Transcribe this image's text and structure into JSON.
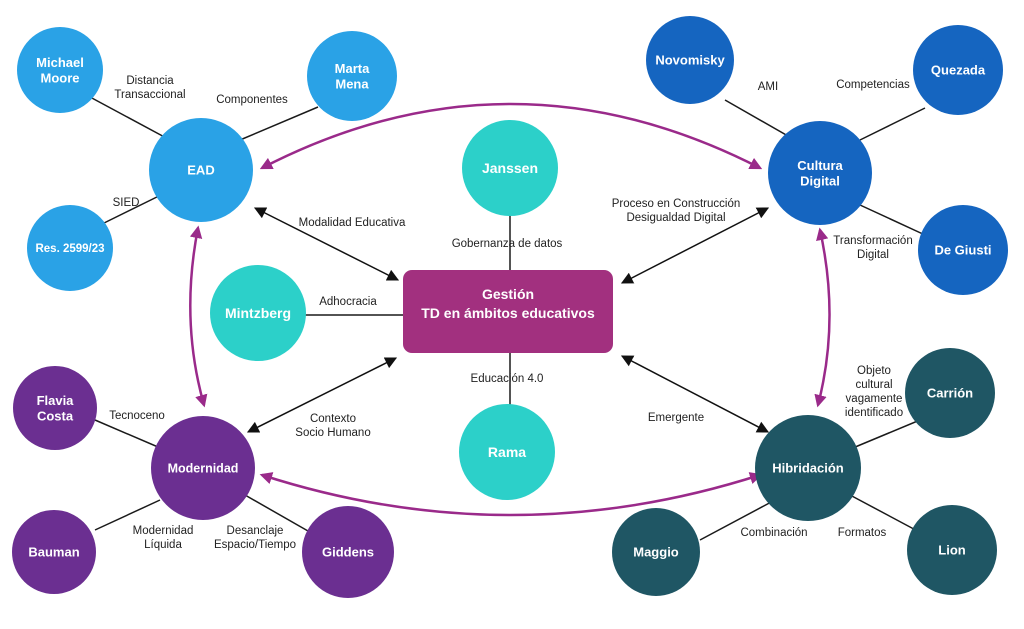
{
  "colors": {
    "light_blue": "#2aa2e6",
    "dark_blue": "#1565c0",
    "purple": "#6b2f91",
    "teal_dark": "#1f5664",
    "cyan": "#2cd0c9",
    "magenta": "#a2307f",
    "arrow_magenta": "#9a2a8a",
    "line": "#1a1a1a"
  },
  "center": {
    "line1": "Gestión",
    "line2": "TD en ámbitos educativos"
  },
  "nodes": {
    "michael_moore": [
      "Michael",
      "Moore"
    ],
    "marta_mena": [
      "Marta",
      "Mena"
    ],
    "ead": [
      "EAD"
    ],
    "res": [
      "Res. 2599/23"
    ],
    "novomisky": [
      "Novomisky"
    ],
    "quezada": [
      "Quezada"
    ],
    "cultura_digital": [
      "Cultura",
      "Digital"
    ],
    "de_giusti": [
      "De Giusti"
    ],
    "janssen": [
      "Janssen"
    ],
    "mintzberg": [
      "Mintzberg"
    ],
    "rama": [
      "Rama"
    ],
    "flavia_costa": [
      "Flavia",
      "Costa"
    ],
    "modernidad": [
      "Modernidad"
    ],
    "bauman": [
      "Bauman"
    ],
    "giddens": [
      "Giddens"
    ],
    "carrion": [
      "Carrión"
    ],
    "hibridacion": [
      "Hibridación"
    ],
    "maggio": [
      "Maggio"
    ],
    "lion": [
      "Lion"
    ]
  },
  "labels": {
    "distancia": [
      "Distancia",
      "Transaccional"
    ],
    "componentes": [
      "Componentes"
    ],
    "sied": [
      "SIED"
    ],
    "modalidad": [
      "Modalidad Educativa"
    ],
    "ami": [
      "AMI"
    ],
    "competencias": [
      "Competencias"
    ],
    "proceso": [
      "Proceso en Construcción",
      "Desigualdad Digital"
    ],
    "transformacion": [
      "Transformación",
      "Digital"
    ],
    "gobernanza": [
      "Gobernanza de datos"
    ],
    "adhocracia": [
      "Adhocracia"
    ],
    "educacion": [
      "Educación 4.0"
    ],
    "tecnoceno": [
      "Tecnoceno"
    ],
    "contexto": [
      "Contexto",
      "Socio Humano"
    ],
    "mod_liquida": [
      "Modernidad",
      "Líquida"
    ],
    "desanclaje": [
      "Desanclaje",
      "Espacio/Tiempo"
    ],
    "emergente": [
      "Emergente"
    ],
    "objeto": [
      "Objeto",
      "cultural",
      "vagamente",
      "identificado"
    ],
    "combinacion": [
      "Combinación"
    ],
    "formatos": [
      "Formatos"
    ]
  }
}
